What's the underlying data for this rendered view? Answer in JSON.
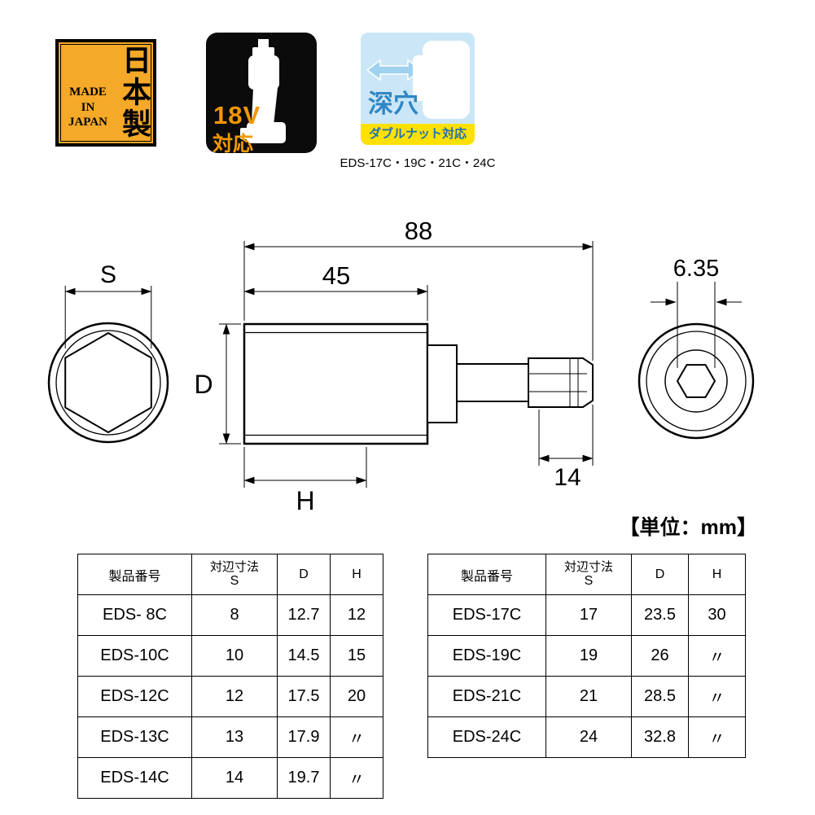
{
  "badges": {
    "made_in_japan": {
      "en_line1": "MADE IN",
      "en_line2": "JAPAN",
      "jp": "日本製"
    },
    "volt18": {
      "volt": "18V",
      "sub": "対応"
    },
    "deep_socket": {
      "label": "深穴",
      "banner": "ダブルナット対応"
    },
    "models_note": "EDS-17C・19C・21C・24C"
  },
  "drawing": {
    "total_length": "88",
    "body_length": "45",
    "s_label": "S",
    "d_label": "D",
    "h_label": "H",
    "hex_drive": "6.35",
    "shank_length": "14"
  },
  "unit_label": "【単位：mm】",
  "tables": [
    {
      "headers": {
        "product": "製品番号",
        "s_top": "対辺寸法",
        "s_bottom": "S",
        "d": "D",
        "h": "H"
      },
      "rows": [
        [
          "EDS- 8C",
          "8",
          "12.7",
          "12"
        ],
        [
          "EDS-10C",
          "10",
          "14.5",
          "15"
        ],
        [
          "EDS-12C",
          "12",
          "17.5",
          "20"
        ],
        [
          "EDS-13C",
          "13",
          "17.9",
          "〃"
        ],
        [
          "EDS-14C",
          "14",
          "19.7",
          "〃"
        ]
      ]
    },
    {
      "headers": {
        "product": "製品番号",
        "s_top": "対辺寸法",
        "s_bottom": "S",
        "d": "D",
        "h": "H"
      },
      "rows": [
        [
          "EDS-17C",
          "17",
          "23.5",
          "30"
        ],
        [
          "EDS-19C",
          "19",
          "26",
          "〃"
        ],
        [
          "EDS-21C",
          "21",
          "28.5",
          "〃"
        ],
        [
          "EDS-24C",
          "24",
          "32.8",
          "〃"
        ]
      ]
    }
  ]
}
